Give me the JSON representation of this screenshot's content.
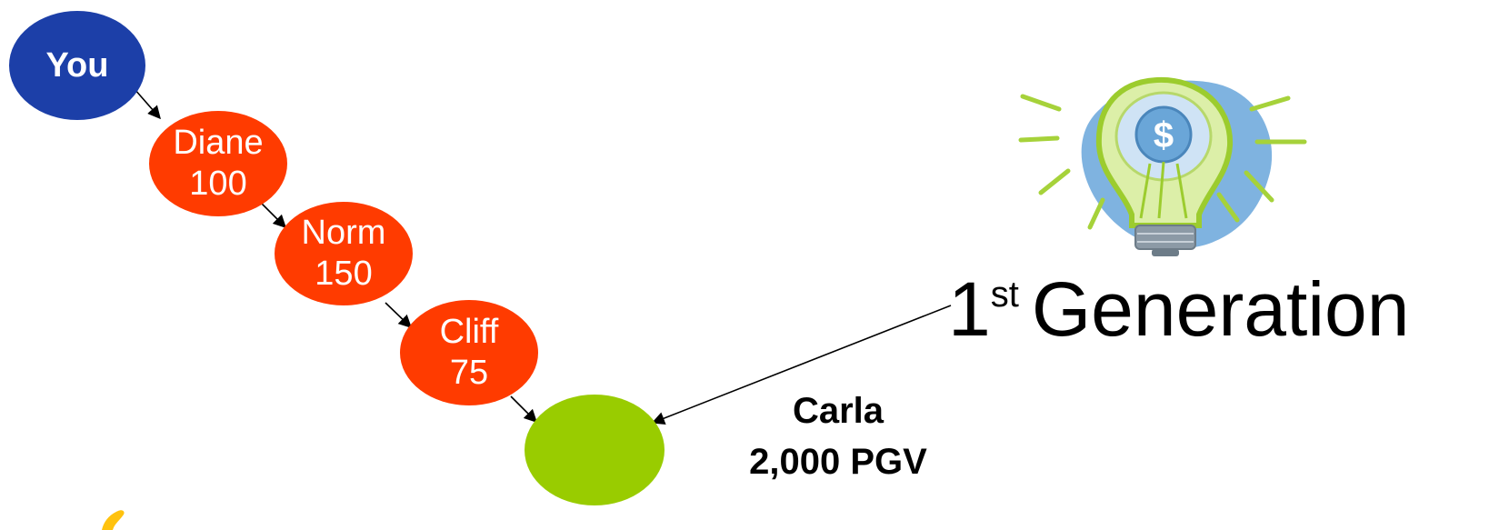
{
  "nodes": {
    "you": {
      "name": "You"
    },
    "diane": {
      "name": "Diane",
      "value": "100"
    },
    "norm": {
      "name": "Norm",
      "value": "150"
    },
    "cliff": {
      "name": "Cliff",
      "value": "75"
    },
    "carla": {
      "name": "Carla",
      "value": "2,000 PGV"
    }
  },
  "generation": {
    "number": "1",
    "suffix": "st",
    "label": "Generation"
  },
  "icons": {
    "bulb": "lightbulb-dollar-icon",
    "corner": "corner-graphic-icon"
  },
  "colors": {
    "you": "#1c3fa8",
    "upline": "#ff3b00",
    "carla": "#99cc00",
    "bulb_bg": "#7fb3e0",
    "bulb_glass": "#a6d23a"
  }
}
